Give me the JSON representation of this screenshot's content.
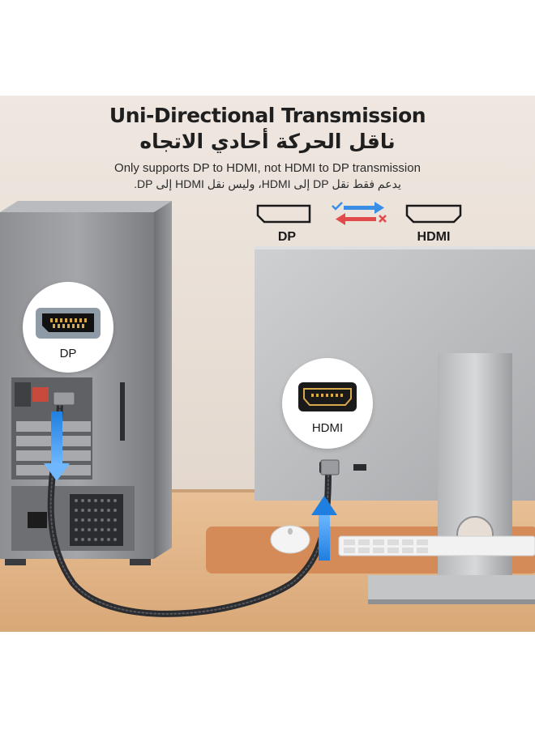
{
  "header": {
    "title_en": "Uni-Directional Transmission",
    "title_ar": "ناقل الحركة أحادي الاتجاه",
    "subtitle_en": "Only supports DP to HDMI, not HDMI to DP transmission",
    "subtitle_ar": "يدعم فقط نقل DP إلى HDMI، وليس نقل HDMI إلى DP."
  },
  "direction_diagram": {
    "source_label": "DP",
    "target_label": "HDMI",
    "forward_arrow": "check-icon",
    "reverse_arrow": "cross-icon",
    "forward_color": "#3a8ee6",
    "reverse_color": "#e24a4a"
  },
  "callouts": {
    "dp_port_label": "DP",
    "hdmi_port_label": "HDMI"
  },
  "colors": {
    "arrow_blue": "#2f8fe8",
    "desk": "#e2b58a",
    "mat": "#d58e5c"
  }
}
